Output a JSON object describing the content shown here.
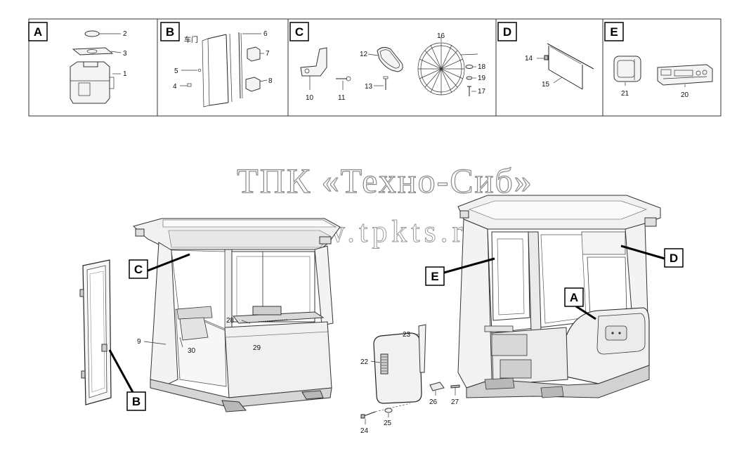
{
  "panels": [
    {
      "letter": "A",
      "labels": [
        "2",
        "3",
        "1"
      ]
    },
    {
      "letter": "B",
      "labels": [
        "6",
        "7",
        "5",
        "4",
        "8"
      ],
      "door_text": "车门"
    },
    {
      "letter": "C",
      "labels": [
        "16",
        "12",
        "18",
        "19",
        "13",
        "17",
        "10",
        "11"
      ]
    },
    {
      "letter": "D",
      "labels": [
        "14",
        "15"
      ]
    },
    {
      "letter": "E",
      "labels": [
        "21",
        "20"
      ]
    }
  ],
  "callouts": {
    "left": [
      "C",
      "B"
    ],
    "right": [
      "E",
      "D",
      "A"
    ]
  },
  "main_labels": {
    "left_cab": [
      "28",
      "29",
      "9",
      "30"
    ],
    "panel_parts": [
      "23",
      "22",
      "26",
      "27",
      "24",
      "25"
    ]
  },
  "watermark": {
    "line1": "ТПК «Техно-Сиб»",
    "line2": "www.tpkts.ru"
  }
}
